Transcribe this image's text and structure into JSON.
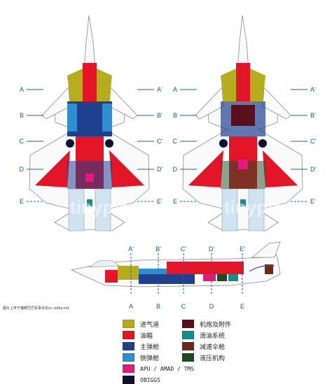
{
  "legend_left": [
    {
      "label": "进气道",
      "color": "#b6ad1e"
    },
    {
      "label": "油箱",
      "color": "#e21626"
    },
    {
      "label": "主弹舱",
      "color": "#1f3f8f"
    },
    {
      "label": "侧弹舱",
      "color": "#2c8fd0"
    },
    {
      "label": "APU / AMAD / TMS",
      "color": "#e21a7a"
    },
    {
      "label": "OBIGGS",
      "color": "#101035"
    }
  ],
  "legend_right": [
    {
      "label": "机炮及附件",
      "color": "#5a0f1c"
    },
    {
      "label": "滑油系统",
      "color": "#1a8c8c"
    },
    {
      "label": "减速伞舱",
      "color": "#6a2a18"
    },
    {
      "label": "液压机构",
      "color": "#1d4a22"
    }
  ],
  "top_view_sections": {
    "left_side": [
      "A",
      "B",
      "C",
      "D",
      "E"
    ],
    "right_side": [
      "A'",
      "B'",
      "C'",
      "D'",
      "E'"
    ]
  },
  "side_view_sections": {
    "top_labels": [
      "A'",
      "B'",
      "C'",
      "D'",
      "E'"
    ],
    "bottom_labels": [
      "A",
      "B",
      "C",
      "D",
      "E"
    ]
  },
  "watermark_text": "tinypic",
  "footnote": "图片上传于猫眼巴巴军事论坛cc.cjdby.net",
  "colors": {
    "outline": "#7a7a7a",
    "section_line": "#2a5fa8",
    "fuel": "#e21626",
    "intake": "#b6ad1e"
  }
}
